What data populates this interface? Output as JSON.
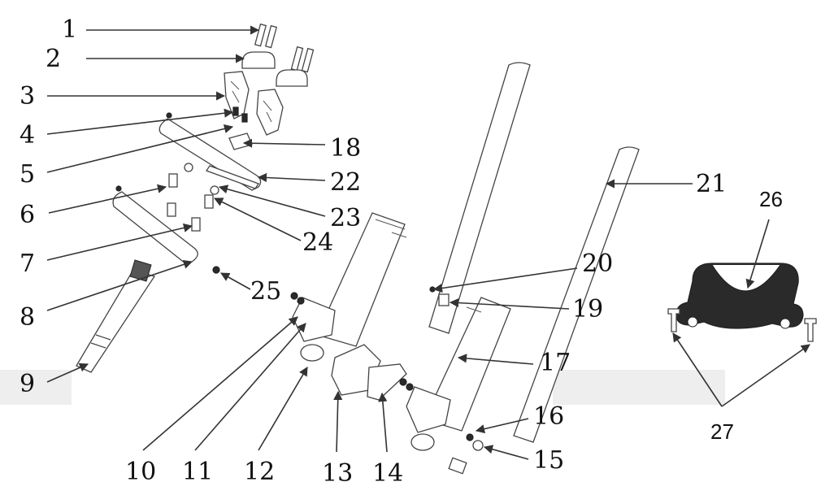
{
  "labels": {
    "p1": "1",
    "p2": "2",
    "p3": "3",
    "p4": "4",
    "p5": "5",
    "p6": "6",
    "p7": "7",
    "p8": "8",
    "p9": "9",
    "p10": "10",
    "p11": "11",
    "p12": "12",
    "p13": "13",
    "p14": "14",
    "p15": "15",
    "p16": "16",
    "p17": "17",
    "p18": "18",
    "p19": "19",
    "p20": "20",
    "p21": "21",
    "p22": "22",
    "p23": "23",
    "p24": "24",
    "p25": "25",
    "p26": "26",
    "p27": "27"
  }
}
